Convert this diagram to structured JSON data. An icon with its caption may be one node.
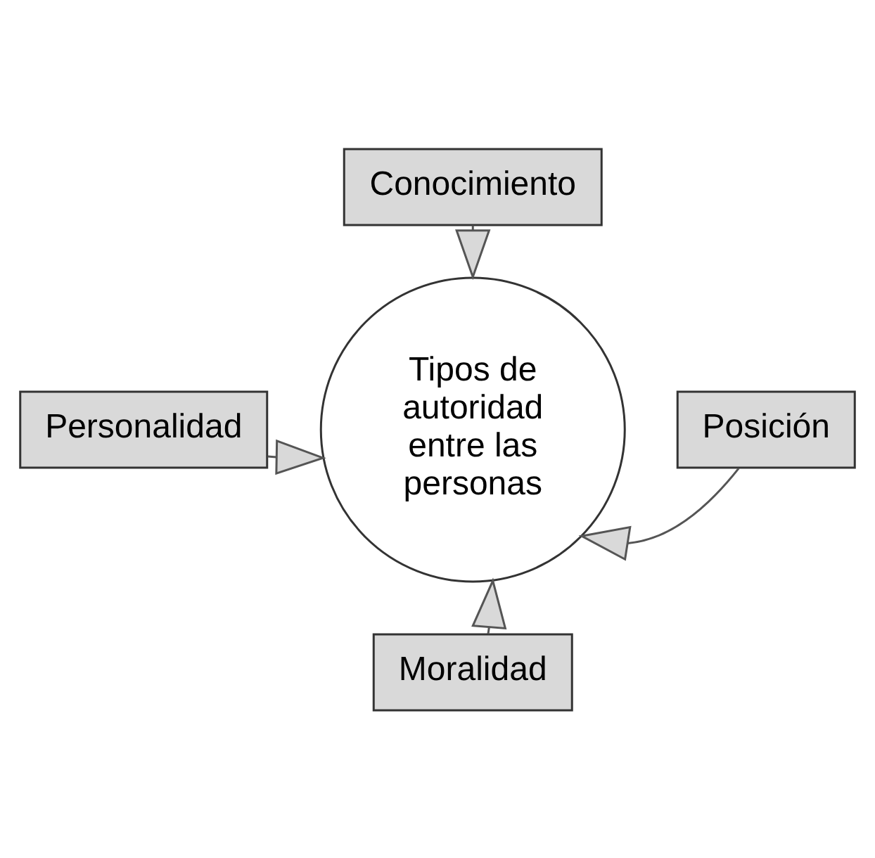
{
  "diagram": {
    "nodes": [
      {
        "text": [
          "Tipos de autoridad entre las personas"
        ]
      },
      {
        "text": [
          "Conocimiento"
        ]
      },
      {
        "text": [
          "Personalidad"
        ]
      },
      {
        "text": [
          "Posición"
        ]
      },
      {
        "text": [
          "Moralidad"
        ]
      }
    ],
    "edges": [
      {
        "from": 1,
        "to": 0,
        "arrow": "to"
      },
      {
        "from": 2,
        "to": 0,
        "arrow": "to"
      },
      {
        "from": 3,
        "to": 0,
        "arrow": "to"
      },
      {
        "from": 4,
        "to": 0,
        "arrow": "to"
      }
    ]
  }
}
